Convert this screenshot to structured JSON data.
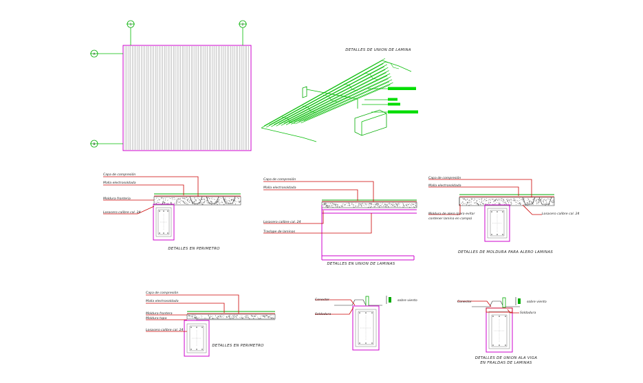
{
  "plan": {
    "grid_markers": [
      "1",
      "2",
      "A",
      "B"
    ]
  },
  "iso": {
    "title": "DETALLES DE UNION DE LAMINA"
  },
  "detail1": {
    "title": "DETALLES EN PERIMETRO",
    "labels": [
      "Capa de compresión",
      "Malla electrosoldada",
      "Moldura fronteria",
      "Losacero calibre cal. 24"
    ]
  },
  "detail2": {
    "title": "DETALLES EN UNION DE LAMINAS",
    "labels": [
      "Capa de compresión",
      "Malla electrosoldada",
      "Losacero calibre cal. 24",
      "Traslape de laminas"
    ]
  },
  "detail3": {
    "title": "DETALLES DE MOLDURA PARA ALERO LAMINAS",
    "labels": [
      "Capa de compresión",
      "Malla electrosoldada",
      "Moldura de alero (para evitar",
      "contener lamina en campo)",
      "Losacero calibre cal. 24"
    ]
  },
  "detail4": {
    "title": "DETALLES EN PERIMETRO",
    "labels": [
      "Capa de compresión",
      "Malla electrosoldada",
      "Moldura frontera",
      "Moldura tapa",
      "Losacero calibre cal. 24"
    ]
  },
  "detail5": {
    "labels": [
      "Conector",
      "Soldadura",
      "sobre viento"
    ]
  },
  "detail6": {
    "title_lines": [
      "DETALLES DE UNION ALA VIGA",
      "EN FRALDAS DE LAMINAS"
    ],
    "labels": [
      "Conector",
      "Soldadura",
      "sobre viento"
    ]
  }
}
